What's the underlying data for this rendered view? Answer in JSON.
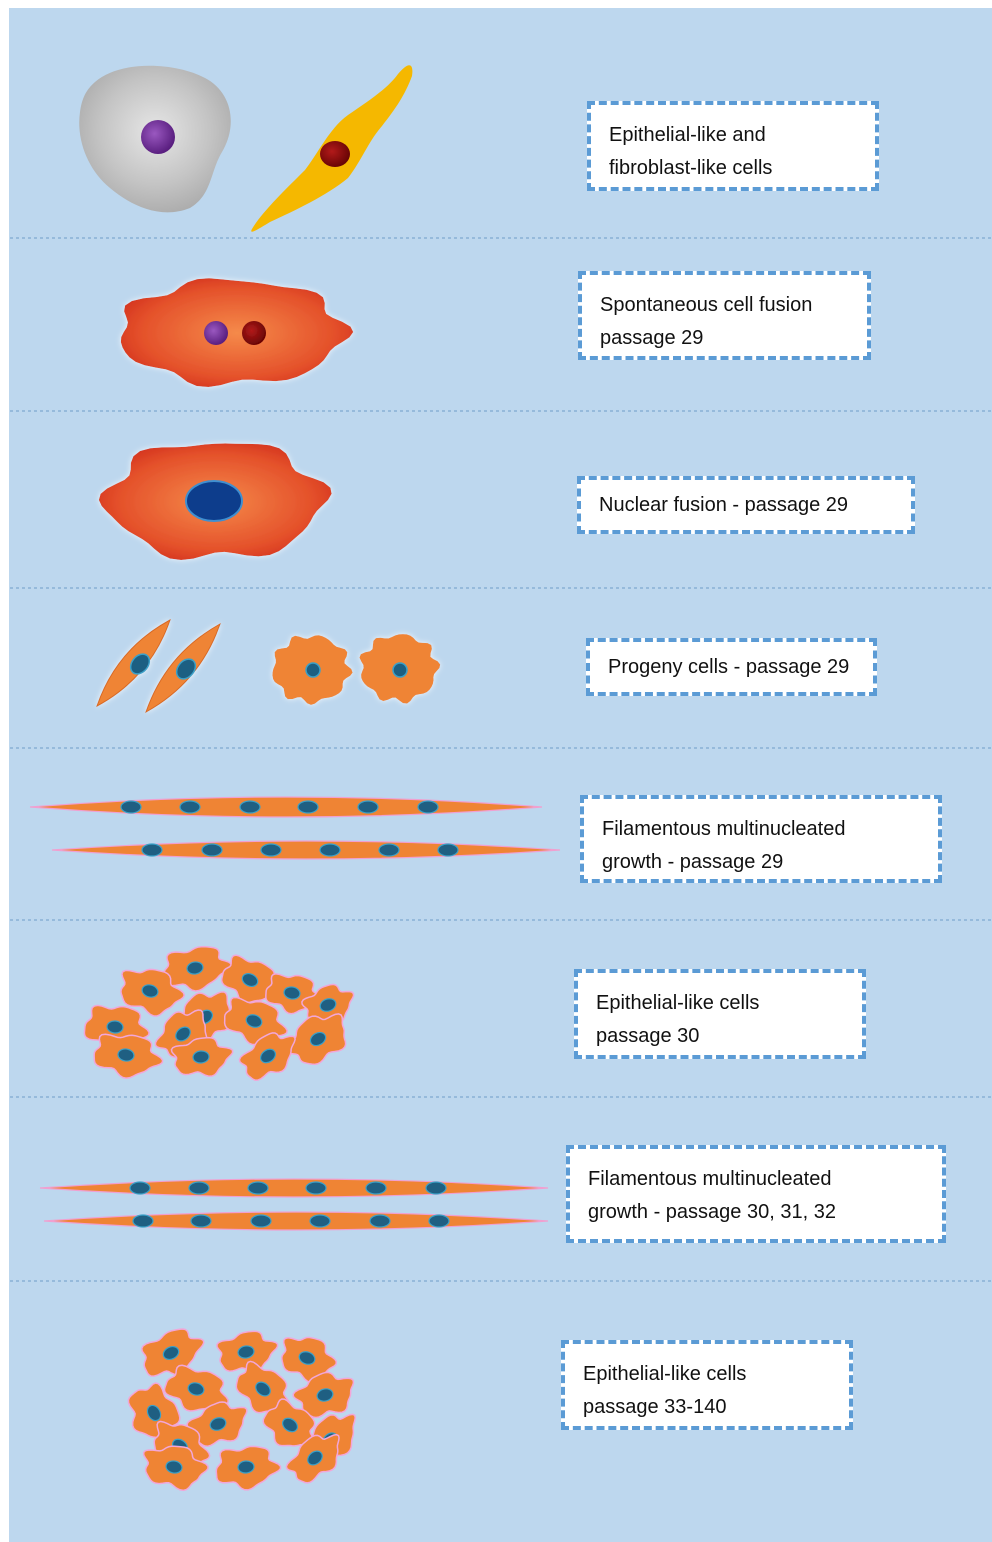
{
  "colors": {
    "background": "#bdd7ee",
    "box_border": "#5b9bd5",
    "separator": "#6f9cc8",
    "cell_orange": "#ef8434",
    "cell_red": "#e4502a",
    "nucleus_teal": "#1f5f82",
    "nucleus_blue": "#0b3c8c",
    "nucleus_purple": "#6a2c91",
    "nucleus_darkred": "#8b0a0a",
    "fibroblast_yellow": "#f5b800",
    "epithelial_grey": "#c4c4c4"
  },
  "stages": [
    {
      "id": "stage-1",
      "lines": [
        "Epithelial-like and",
        "fibroblast-like cells"
      ],
      "illustration": "grey-epithelial-and-yellow-fibroblast-cells"
    },
    {
      "id": "stage-2",
      "lines": [
        "Spontaneous cell fusion",
        "passage 29"
      ],
      "illustration": "fused-cell-two-nuclei"
    },
    {
      "id": "stage-3",
      "lines": [
        "Nuclear fusion - passage 29"
      ],
      "illustration": "fused-cell-single-nucleus"
    },
    {
      "id": "stage-4",
      "lines": [
        "Progeny cells - passage 29"
      ],
      "illustration": "progeny-cells"
    },
    {
      "id": "stage-5",
      "lines": [
        "Filamentous multinucleated",
        "growth - passage 29"
      ],
      "illustration": "filamentous-cells"
    },
    {
      "id": "stage-6",
      "lines": [
        "Epithelial-like cells",
        "passage 30"
      ],
      "illustration": "epithelial-cluster"
    },
    {
      "id": "stage-7",
      "lines": [
        "Filamentous multinucleated",
        "growth - passage 30, 31, 32"
      ],
      "illustration": "filamentous-cells"
    },
    {
      "id": "stage-8",
      "lines": [
        "Epithelial-like cells",
        "passage 33-140"
      ],
      "illustration": "epithelial-cluster"
    }
  ]
}
